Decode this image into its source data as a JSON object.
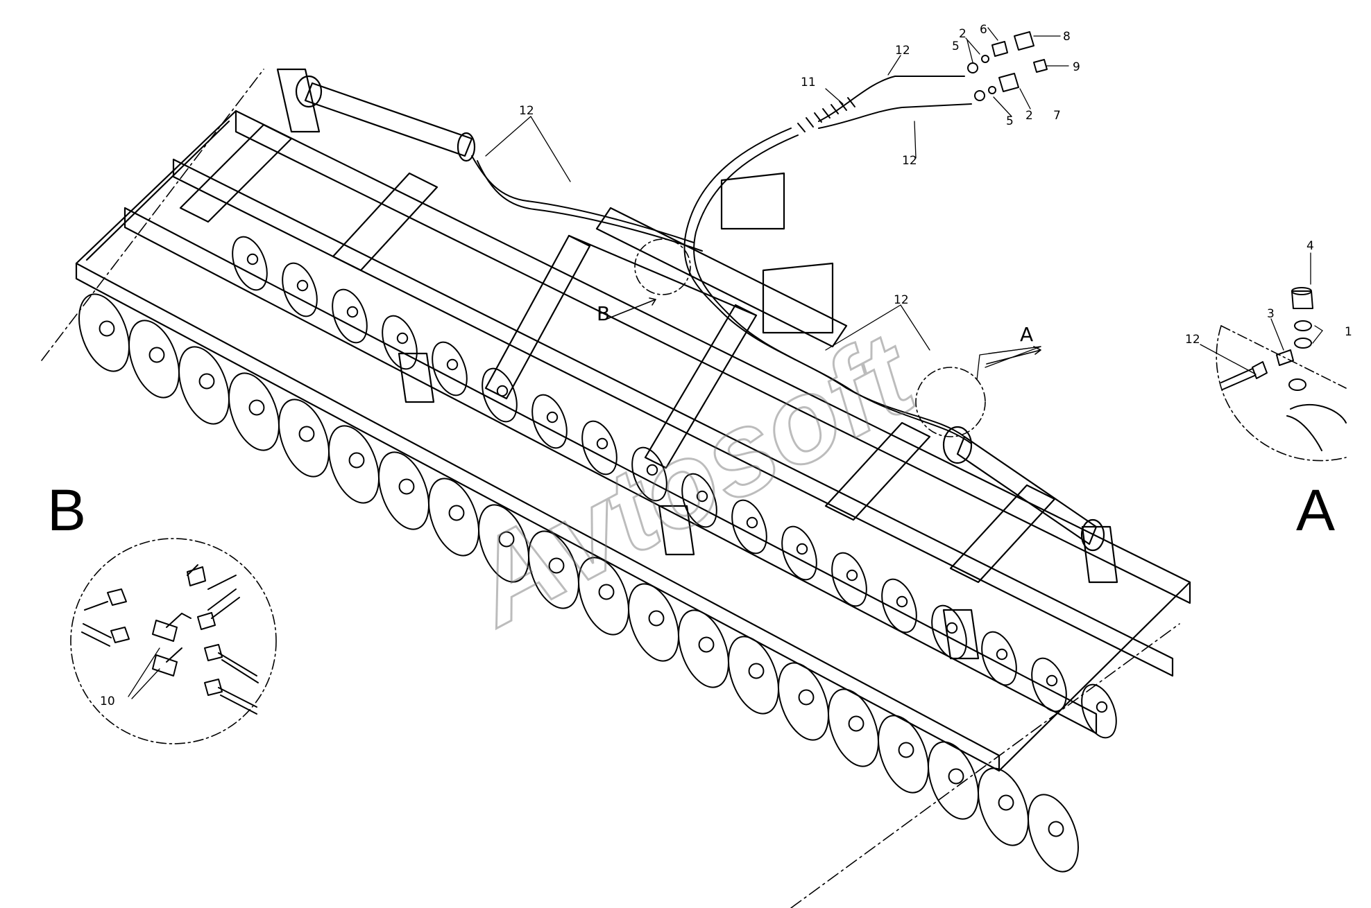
{
  "labels": {
    "n1": "1",
    "n2a": "2",
    "n2b": "2",
    "n3": "3",
    "n4": "4",
    "n5a": "5",
    "n5b": "5",
    "n6": "6",
    "n7": "7",
    "n8": "8",
    "n9": "9",
    "n10": "10",
    "n11": "11",
    "n12_top": "12",
    "n12_bottom": "12",
    "n12_left": "12",
    "n12_mid": "12",
    "n12_detail": "12"
  },
  "view_refs": {
    "a_callout": "A",
    "b_callout": "B",
    "detail_a": "A",
    "detail_b": "B"
  },
  "watermark": "Avtosoft"
}
